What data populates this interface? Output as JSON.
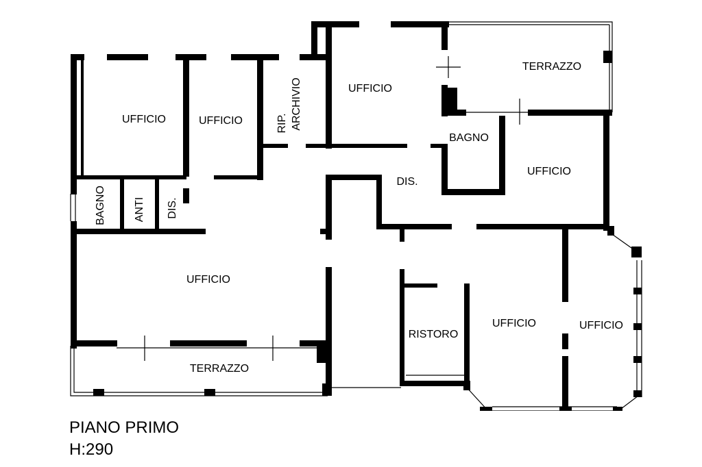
{
  "floor_plan": {
    "rooms": [
      {
        "id": "ufficio-nw",
        "label": "UFFICIO"
      },
      {
        "id": "ufficio-n2",
        "label": "UFFICIO"
      },
      {
        "id": "rip-archivio",
        "label_line1": "RIP.",
        "label_line2": "ARCHIVIO"
      },
      {
        "id": "ufficio-n3",
        "label": "UFFICIO"
      },
      {
        "id": "terrazzo-ne",
        "label": "TERRAZZO"
      },
      {
        "id": "bagno-e",
        "label": "BAGNO"
      },
      {
        "id": "dis-e",
        "label": "DIS."
      },
      {
        "id": "ufficio-e",
        "label": "UFFICIO"
      },
      {
        "id": "bagno-w",
        "label": "BAGNO"
      },
      {
        "id": "anti",
        "label": "ANTI"
      },
      {
        "id": "dis-w",
        "label": "DIS."
      },
      {
        "id": "ufficio-w",
        "label": "UFFICIO"
      },
      {
        "id": "terrazzo-sw",
        "label": "TERRAZZO"
      },
      {
        "id": "ristoro",
        "label": "RISTORO"
      },
      {
        "id": "ufficio-se1",
        "label": "UFFICIO"
      },
      {
        "id": "ufficio-se2",
        "label": "UFFICIO"
      }
    ],
    "caption": {
      "title": "PIANO PRIMO",
      "height": "H:290"
    }
  }
}
